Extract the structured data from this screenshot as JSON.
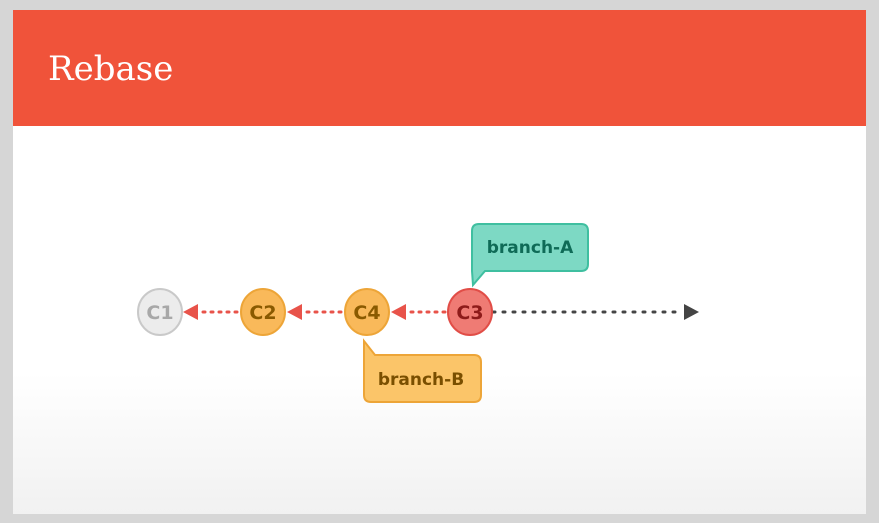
{
  "slide": {
    "title": "Rebase"
  },
  "diagram": {
    "commits": [
      {
        "id": "c1",
        "label": "C1",
        "fill": "#ececec",
        "stroke": "#c9c9c9",
        "text": "#a8a8a8"
      },
      {
        "id": "c2",
        "label": "C2",
        "fill": "#f9b95a",
        "stroke": "#eda538",
        "text": "#8a5a00"
      },
      {
        "id": "c4",
        "label": "C4",
        "fill": "#f9b95a",
        "stroke": "#eda538",
        "text": "#8a5a00"
      },
      {
        "id": "c3",
        "label": "C3",
        "fill": "#ef7b74",
        "stroke": "#e14d47",
        "text": "#8e1b1a"
      }
    ],
    "branches": [
      {
        "id": "branch-a",
        "label": "branch-A",
        "fill": "#7dd9c4",
        "stroke": "#3fbfa0",
        "text": "#0f6b57",
        "points_to": "C3"
      },
      {
        "id": "branch-b",
        "label": "branch-B",
        "fill": "#fbc569",
        "stroke": "#eda538",
        "text": "#7a4f00",
        "points_to": "C4"
      }
    ],
    "colors": {
      "header": "#f0533a",
      "parent_arrow": "#e8534a",
      "future_arrow": "#444444"
    }
  }
}
